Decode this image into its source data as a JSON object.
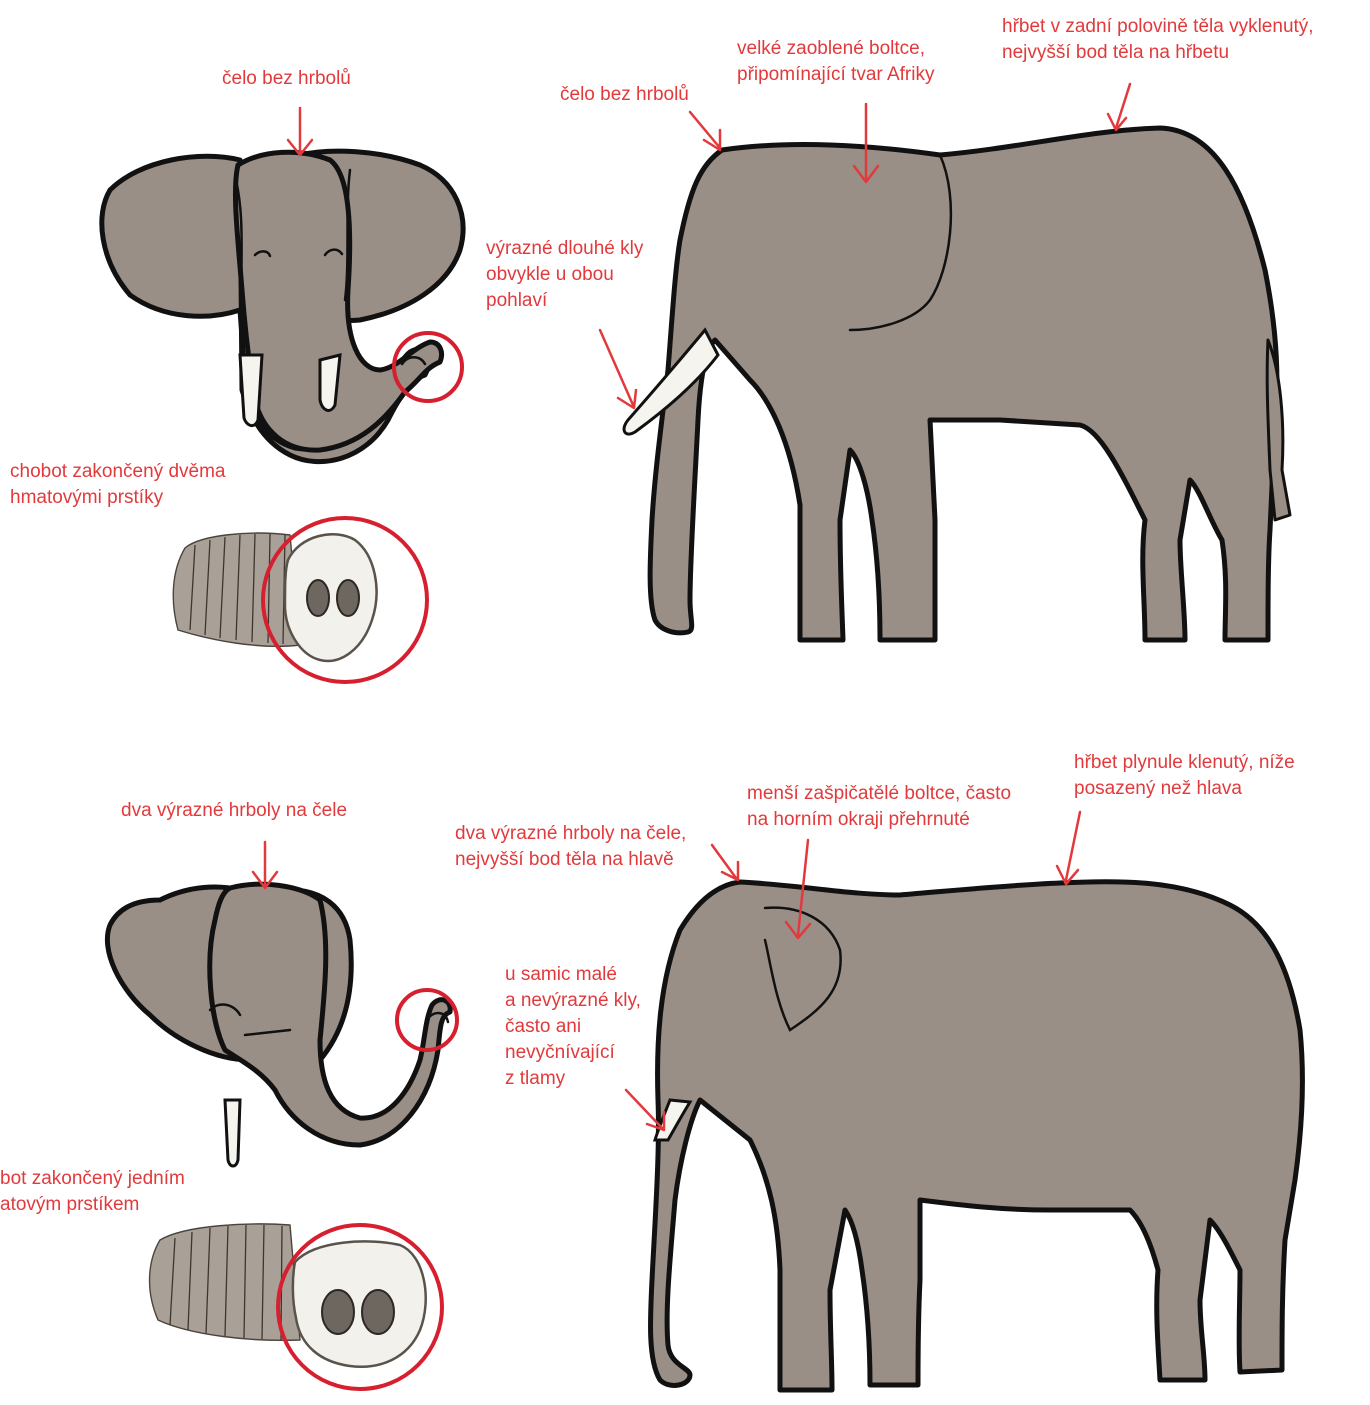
{
  "african": {
    "head_forehead": "čelo bez hrbolů",
    "trunk_tip": [
      "chobot zakončený dvěma",
      "hmatovými prstíky"
    ],
    "body_forehead": "čelo bez hrbolů",
    "ears": [
      "velké zaoblené boltce,",
      "připomínající tvar Afriky"
    ],
    "back": [
      "hřbet v zadní polovině těla vyklenutý,",
      "nejvyšší bod těla na hřbetu"
    ],
    "tusks": [
      "výrazné dlouhé kly",
      "obvykle u obou",
      "pohlaví"
    ]
  },
  "asian": {
    "head_forehead": "dva výrazné hrboly na čele",
    "trunk_tip": [
      "bot zakončený jedním",
      "atovým prstíkem"
    ],
    "body_forehead": [
      "dva výrazné hrboly na čele,",
      "nejvyšší bod těla na hlavě"
    ],
    "ears": [
      "menší zašpičatělé boltce, často",
      "na horním okraji přehrnuté"
    ],
    "back": [
      "hřbet plynule klenutý, níže",
      "posazený než hlava"
    ],
    "tusks": [
      "u samic malé",
      "a nevýrazné kly,",
      "často ani",
      "nevyčnívající",
      "z tlamy"
    ]
  }
}
